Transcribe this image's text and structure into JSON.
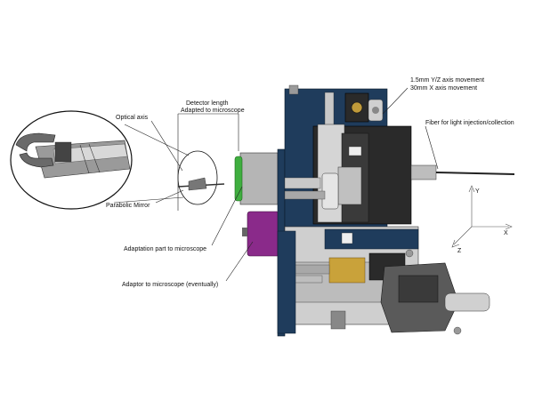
{
  "labels": {
    "axis_movement_1": "1.5mm Y/Z axis movement",
    "axis_movement_2": "30mm X axis movement",
    "detector_length_1": "Detector length",
    "detector_length_2": "Adapted to microscope",
    "optical_axis": "Optical axis",
    "fiber": "Fiber for light injection/collection",
    "parabolic_mirror": "Parabolic Mirror",
    "adaptation_part": "Adaptation part to microscope",
    "adaptor_microscope": "Adaptor to microscope (eventually)"
  },
  "axes": {
    "y": "Y",
    "x": "X",
    "z": "Z"
  },
  "colors": {
    "frame_blue": "#1f3c5c",
    "stage_dark": "#2a2a2a",
    "metal": "#b8b8b8",
    "adaptor_purple": "#8a2a8a",
    "ring_green": "#3fae3f",
    "connector_gray": "#5a5a5a"
  }
}
